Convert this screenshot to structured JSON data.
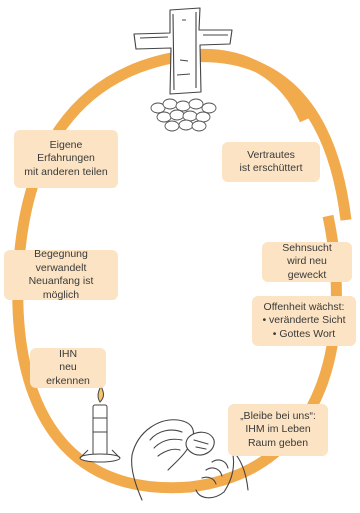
{
  "colors": {
    "ring": "#f2ab4c",
    "label_bg": "#fbe3c3",
    "text": "#3a3a3a",
    "sketch": "#444444"
  },
  "icons": [
    "cross-icon",
    "bread-icon",
    "candle-icon",
    "hands-with-bread-icon"
  ],
  "labels": {
    "eigene": "Eigene\nErfahrungen\nmit anderen teilen",
    "vertrautes": "Vertrautes\nist erschüttert",
    "begegnung": "Begegnung\nverwandelt\nNeuanfang ist möglich",
    "sehnsucht": "Sehnsucht\nwird neu geweckt",
    "offenheit": "Offenheit wächst:\n• veränderte Sicht\n• Gottes Wort",
    "ihn": "IHN\nneu erkennen",
    "bleibe": "„Bleibe bei uns“:\nIHM im Leben\nRaum geben"
  }
}
